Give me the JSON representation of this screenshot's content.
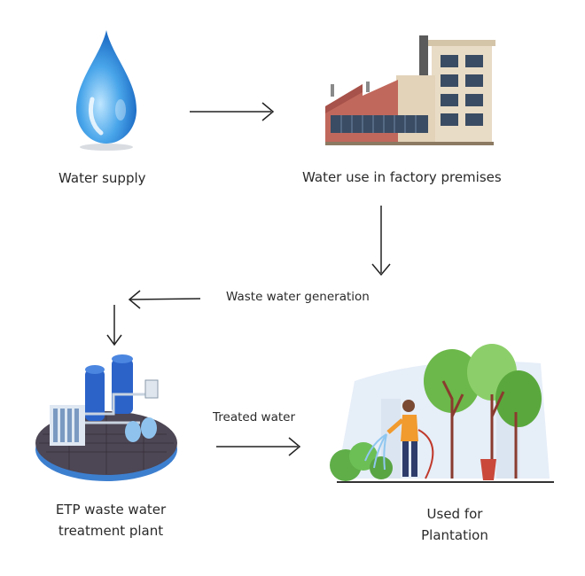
{
  "nodes": {
    "water_supply": {
      "label": "Water supply"
    },
    "factory": {
      "label": "Water use in factory premises"
    },
    "waste": {
      "label": "Waste water generation"
    },
    "etp": {
      "label_line1": "ETP waste water",
      "label_line2": "treatment plant"
    },
    "treated": {
      "label": "Treated water"
    },
    "plantation": {
      "label_line1": "Used for",
      "label_line2": "Plantation"
    }
  },
  "colors": {
    "arrow": "#222222",
    "water_blue": "#2f8ee0",
    "factory_brick": "#c0655a",
    "building": "#e8dcc8",
    "tank_blue": "#2c6fd0",
    "tree_green": "#6cb84a",
    "sky": "#e6eef8"
  }
}
